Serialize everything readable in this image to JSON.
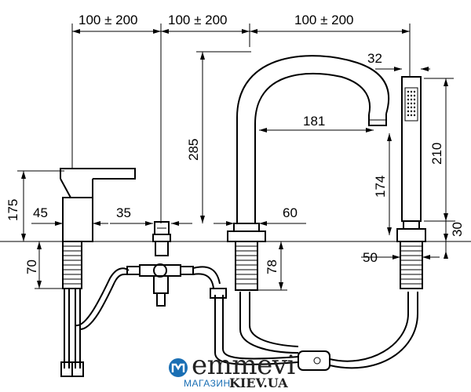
{
  "dimensions": {
    "top_spacing_1": "100 ± 200",
    "top_spacing_2": "100 ± 200",
    "top_spacing_3": "100 ± 200",
    "shower_offset": "32",
    "spout_reach": "181",
    "spout_height": "285",
    "spout_outlet_height": "174",
    "shower_height": "210",
    "mixer_height": "175",
    "mixer_base": "45",
    "diverter_offset": "35",
    "spout_base": "60",
    "shower_base": "30",
    "below_deck_left": "70",
    "below_deck_spout": "78",
    "shower_flange": "50"
  },
  "brand": {
    "name": "emmevi",
    "sub_left": "МАГАЗИН",
    "sub_right": "KIEV.UA"
  }
}
